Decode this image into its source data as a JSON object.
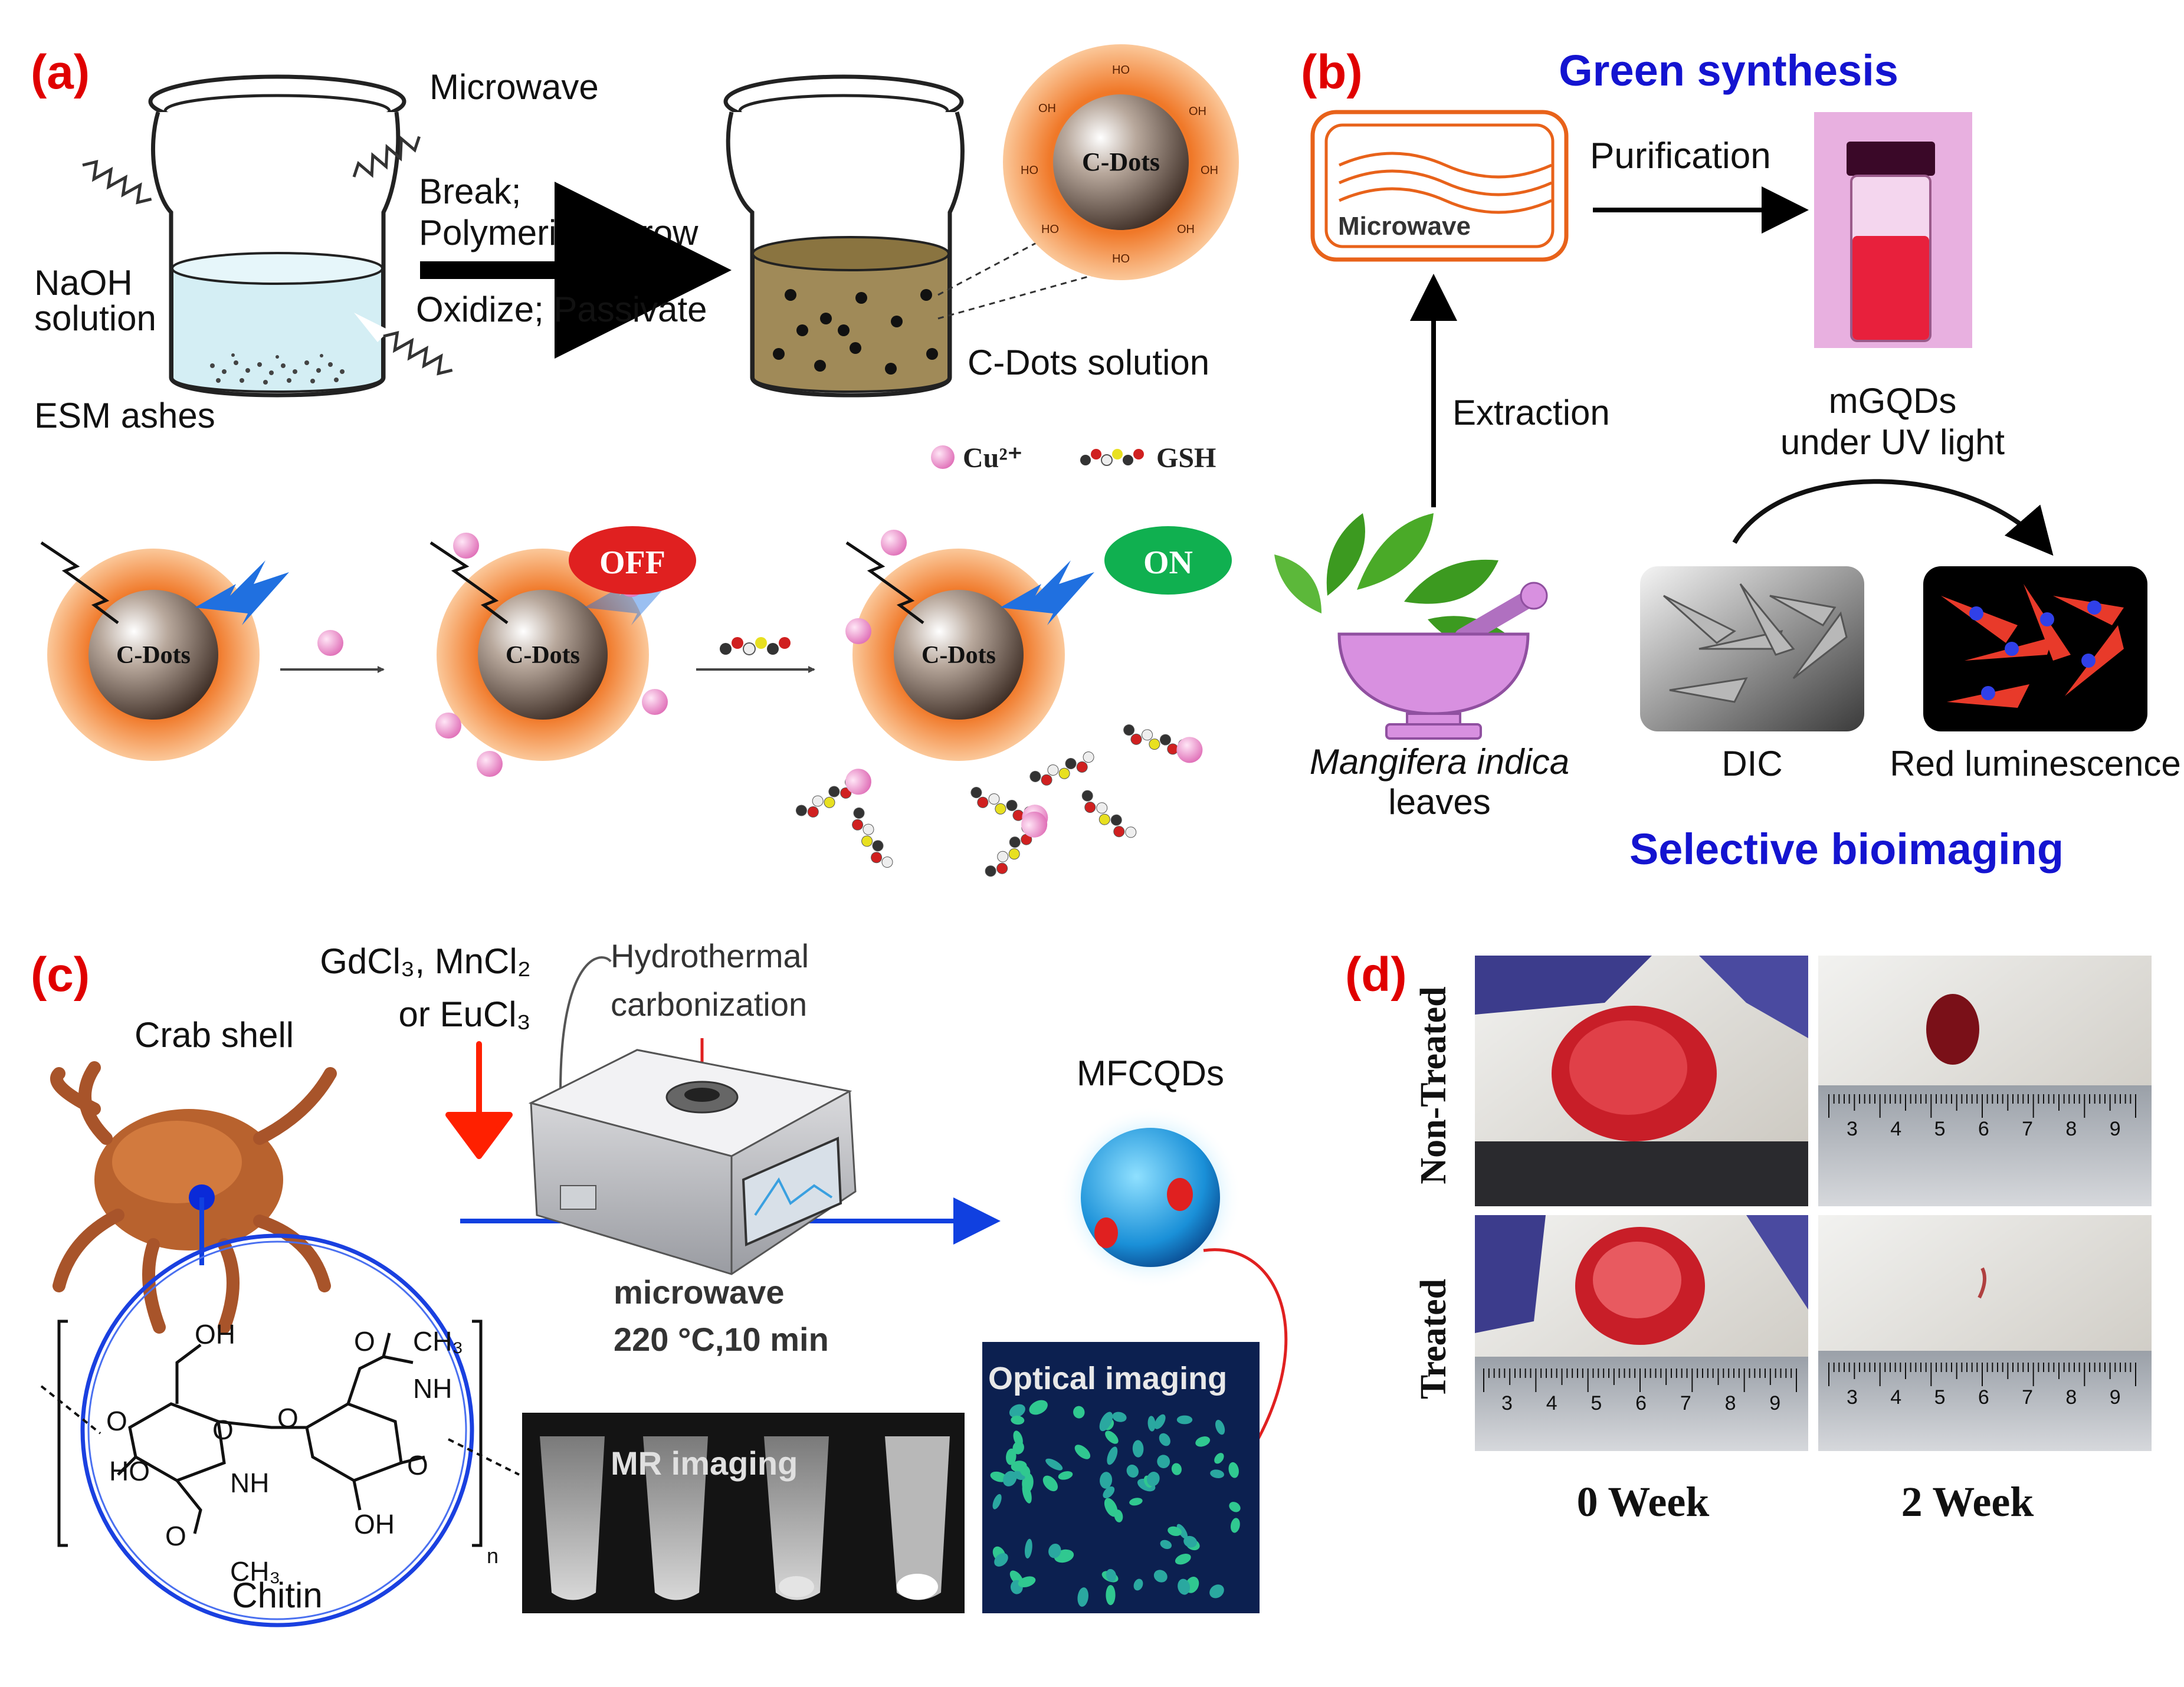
{
  "colors": {
    "panel_label": "#e00000",
    "blue_heading": "#1414d0",
    "orange_shell": "#f07828",
    "dot_core": "#6e5c50",
    "pink_ion": "#f0a0d0",
    "off_red": "#e02020",
    "on_green": "#10b050",
    "zap_blue": "#2070e0",
    "microwave_orange": "#e8621a",
    "vial_red": "#e8203c",
    "vial_bg": "#e8b0e0",
    "bowl_pink": "#d890e0",
    "leaf_green": "#3c9a20",
    "arrow_red": "#ff2000",
    "link_blue": "#1040e0",
    "qd_blue": "#30a8e8",
    "wound_red": "#c81e28"
  },
  "panel_a": {
    "label": "(a)",
    "microwave": "Microwave",
    "naoh_1": "NaOH",
    "naoh_2": "solution",
    "esm": "ESM ashes",
    "process_1": "Break;",
    "process_2": "Polymerize; Grow",
    "process_3": "Oxidize; Passivate",
    "cdots_solution": "C-Dots solution",
    "cdots": "C-Dots",
    "cu_label": "Cu²⁺",
    "gsh_label": "GSH",
    "off": "OFF",
    "on": "ON",
    "shell_ho": "HO",
    "shell_oh": "OH"
  },
  "panel_b": {
    "label": "(b)",
    "heading": "Green synthesis",
    "microwave": "Microwave",
    "purification": "Purification",
    "extraction": "Extraction",
    "mgqds_1": "mGQDs",
    "mgqds_2": "under UV light",
    "plant_1": "Mangifera indica",
    "plant_2": "leaves",
    "dic": "DIC",
    "red_lum": "Red luminescence",
    "footer": "Selective bioimaging"
  },
  "panel_c": {
    "label": "(c)",
    "reagent_1": "GdCl₃, MnCl₂",
    "reagent_2": "or EuCl₃",
    "hydro_1": "Hydrothermal",
    "hydro_2": "carbonization",
    "crab": "Crab shell",
    "device_1": "microwave",
    "device_2": "220 °C,10 min",
    "mfcqds": "MFCQDs",
    "chitin": "Chitin",
    "mr": "MR imaging",
    "optical": "Optical imaging",
    "chem_oh1": "OH",
    "chem_ch3": "CH₃",
    "chem_nh1": "NH",
    "chem_o1": "O",
    "chem_ho": "HO",
    "chem_nh2": "NH",
    "chem_oh2": "OH",
    "chem_ch3b": "CH₃",
    "chem_n": "n"
  },
  "panel_d": {
    "label": "(d)",
    "row_1": "Non-Treated",
    "row_2": "Treated",
    "col_1": "0 Week",
    "col_2": "2 Week"
  }
}
